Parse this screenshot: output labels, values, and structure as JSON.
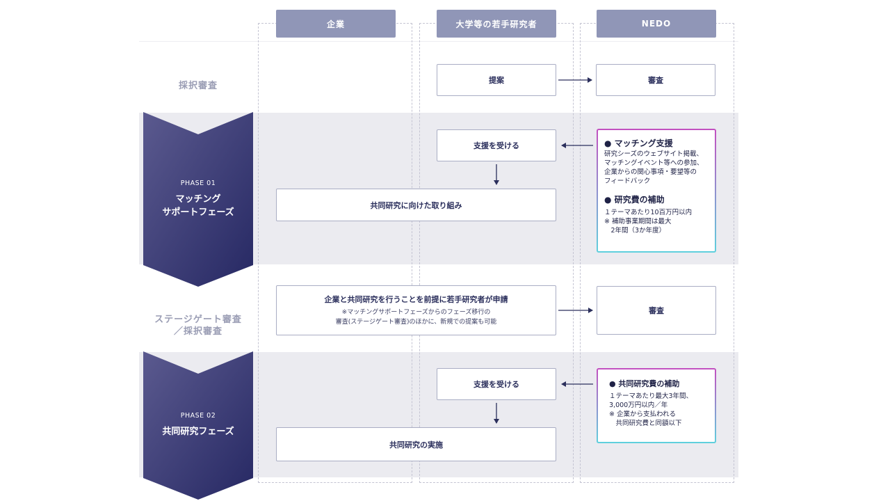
{
  "columns": {
    "company": "企業",
    "researcher": "大学等の若手研究者",
    "nedo": "NEDO"
  },
  "rows": {
    "adoption": "採択審査",
    "stage_gate_line1": "ステージゲート審査",
    "stage_gate_line2": "／採択審査"
  },
  "phase1": {
    "phase": "PHASE 01",
    "name_line1": "マッチング",
    "name_line2": "サポートフェーズ"
  },
  "phase2": {
    "phase": "PHASE 02",
    "name": "共同研究フェーズ"
  },
  "boxes": {
    "proposal": "提案",
    "review1": "審査",
    "receive_support1": "支援を受ける",
    "joint_effort": "共同研究に向けた取り組み",
    "apply_main": "企業と共同研究を行うことを前提に若手研究者が申請",
    "apply_note1": "※マッチングサポートフェーズからのフェーズ移行の",
    "apply_note2": "審査(ステージゲート審査)のほかに、新規での提案も可能",
    "review2": "審査",
    "receive_support2": "支援を受ける",
    "joint_execution": "共同研究の実施"
  },
  "matching_support": {
    "title1": "● マッチング支援",
    "desc1_line1": "研究シーズのウェブサイト掲載、",
    "desc1_line2": "マッチングイベント等への参加、",
    "desc1_line3": "企業からの関心事項・要望等の",
    "desc1_line4": "フィードバック",
    "title2": "● 研究費の補助",
    "desc2_line1": "１テーマあたり10百万円以内",
    "desc2_line2": "※ 補助事業期間は最大",
    "desc2_line3": "　2年間（3か年度）"
  },
  "joint_support": {
    "title": "● 共同研究費の補助",
    "line1": "１テーマあたり最大3年間、",
    "line2": "3,000万円以内／年",
    "line3": "※ 企業から支払われる",
    "line4": "　共同研究費と同額以下"
  },
  "colors": {
    "header_bg": "#9096b7",
    "band_bg": "#ebebf0",
    "chevron_top": "#5b5a8f",
    "chevron_bottom": "#262863",
    "gradient_border_top": "#c34fc0",
    "gradient_border_bottom": "#5ed0dd"
  }
}
